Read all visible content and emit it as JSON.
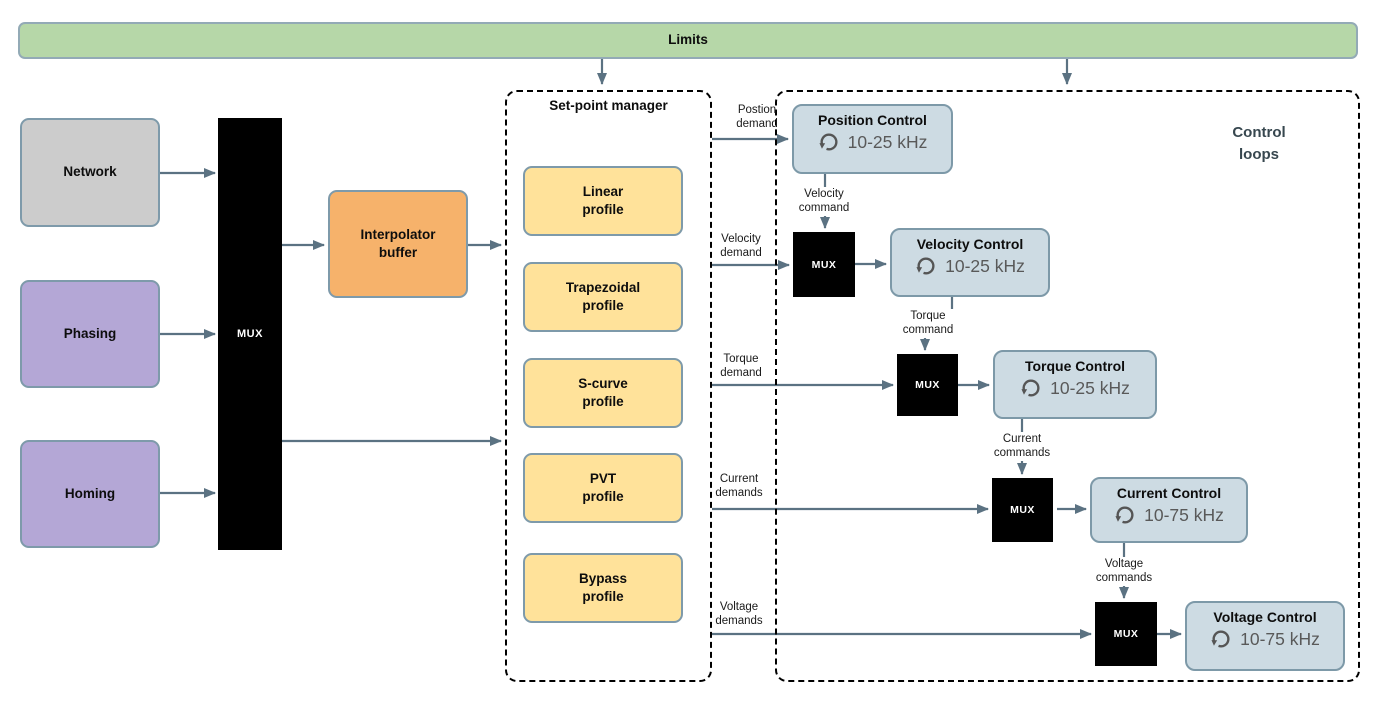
{
  "colors": {
    "limits_fill": "#b6d7a8",
    "source_gray": "#cccccc",
    "source_purple": "#b4a7d6",
    "interpolator_fill": "#f6b26b",
    "profile_fill": "#ffe29a",
    "control_fill": "#cddbe3",
    "box_border": "#7e9aaa",
    "arrow": "#5b7282",
    "mux_fill": "#000000",
    "frequency_text": "#595959"
  },
  "limits": {
    "label": "Limits"
  },
  "sources": [
    {
      "label": "Network"
    },
    {
      "label": "Phasing"
    },
    {
      "label": "Homing"
    }
  ],
  "mux": {
    "label": "MUX"
  },
  "interpolator": {
    "label": "Interpolator\nbuffer"
  },
  "setpoint_manager": {
    "title": "Set-point manager",
    "profiles": [
      {
        "label": "Linear\nprofile"
      },
      {
        "label": "Trapezoidal\nprofile"
      },
      {
        "label": "S-curve\nprofile"
      },
      {
        "label": "PVT\nprofile"
      },
      {
        "label": "Bypass\nprofile"
      }
    ]
  },
  "demands": [
    {
      "label": "Postion\ndemand"
    },
    {
      "label": "Velocity\ndemand"
    },
    {
      "label": "Torque\ndemand"
    },
    {
      "label": "Current\ndemands"
    },
    {
      "label": "Voltage\ndemands"
    }
  ],
  "commands": [
    {
      "label": "Velocity\ncommand"
    },
    {
      "label": "Torque\ncommand"
    },
    {
      "label": "Current\ncommands"
    },
    {
      "label": "Voltage\ncommands"
    }
  ],
  "control_loops": {
    "title": "Control\nloops",
    "blocks": [
      {
        "title": "Position Control",
        "frequency": "10-25 kHz"
      },
      {
        "title": "Velocity Control",
        "frequency": "10-25 kHz"
      },
      {
        "title": "Torque Control",
        "frequency": "10-25 kHz"
      },
      {
        "title": "Current Control",
        "frequency": "10-75 kHz"
      },
      {
        "title": "Voltage Control",
        "frequency": "10-75 kHz"
      }
    ]
  }
}
